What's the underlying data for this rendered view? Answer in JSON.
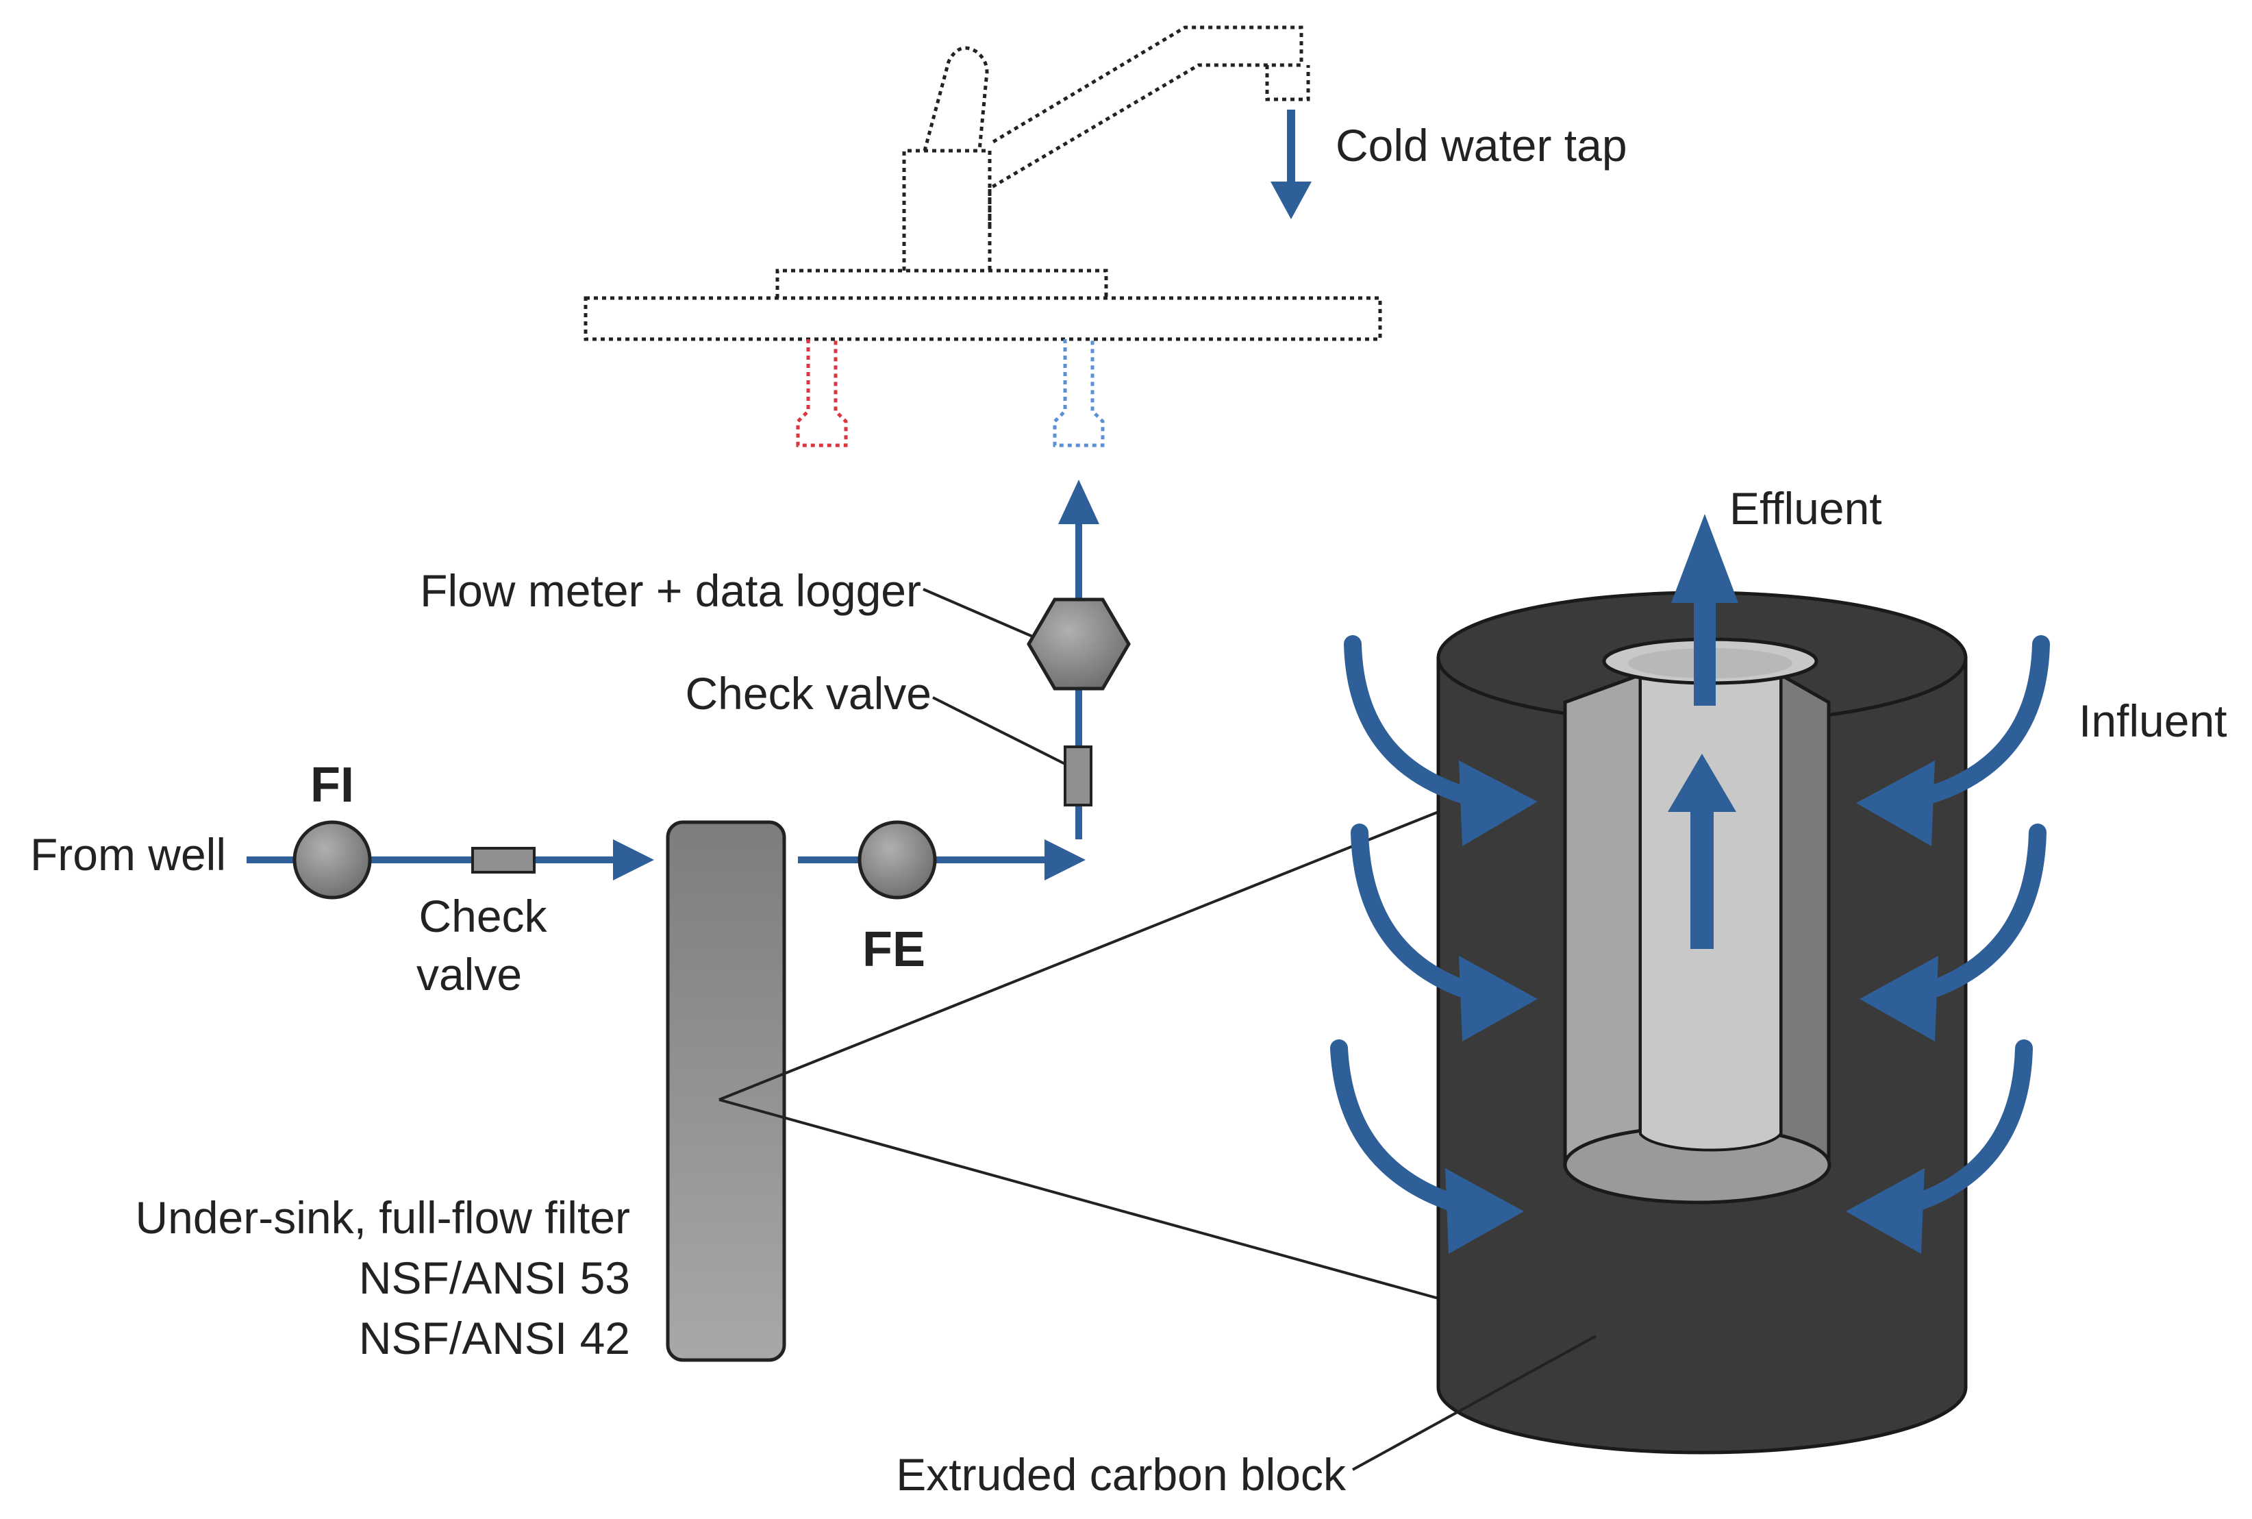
{
  "labels": {
    "cold_water_tap": "Cold water tap",
    "effluent": "Effluent",
    "flow_meter": "Flow meter + data logger",
    "check_valve_top": "Check valve",
    "influent": "Influent",
    "fi": "FI",
    "from_well": "From well",
    "check_valve_bottom_1": "Check",
    "check_valve_bottom_2": "valve",
    "fe": "FE",
    "filter_line1": "Under-sink, full-flow filter",
    "filter_line2": "NSF/ANSI 53",
    "filter_line3": "NSF/ANSI 42",
    "carbon_block": "Extruded carbon block"
  },
  "colors": {
    "pipe": "#2f5f98",
    "hot_line": "#d9363e",
    "cold_line": "#5b8fd6",
    "carbon_outer": "#3a3a3a",
    "carbon_cut": "#8c8c8c",
    "core": "#c8c8c8",
    "component": "#8f8f8f"
  },
  "icons": {
    "faucet": "faucet-icon",
    "flow_meter": "hexagon-flow-meter-icon",
    "check_valve": "check-valve-icon",
    "gauge": "pressure-gauge-icon",
    "filter": "filter-cartridge-icon"
  }
}
